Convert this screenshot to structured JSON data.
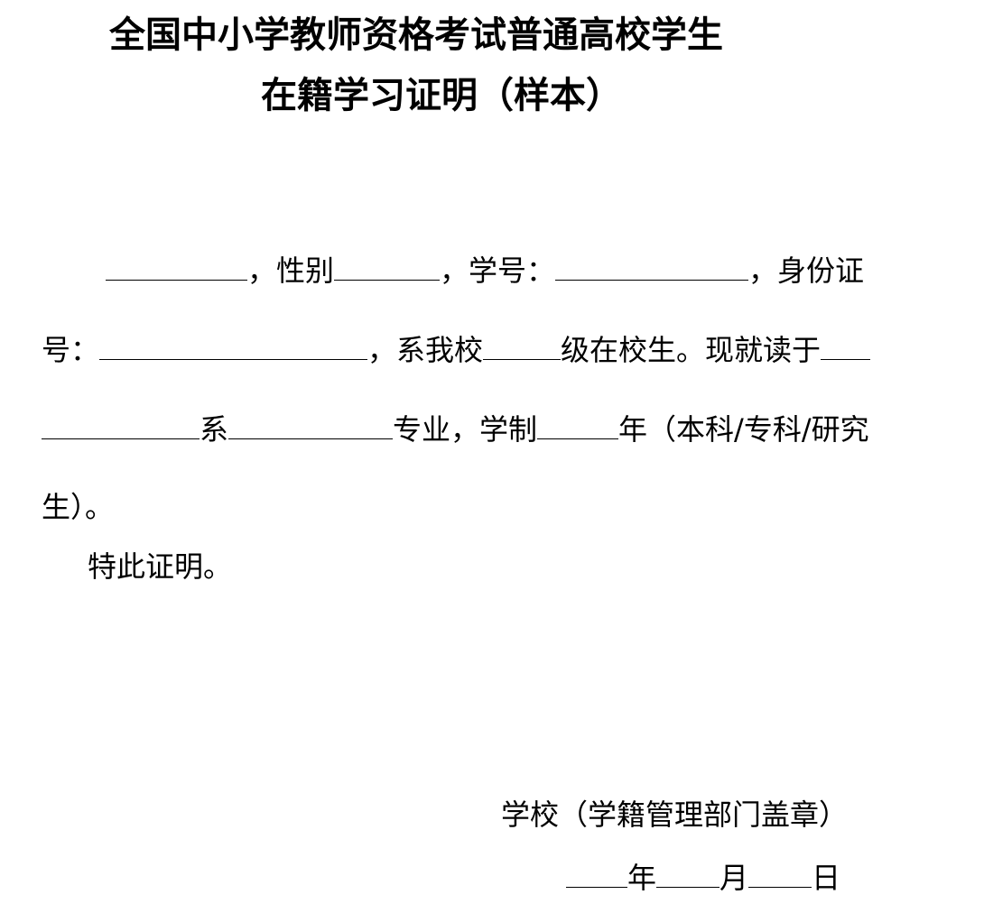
{
  "title": {
    "line1": "全国中小学教师资格考试普通高校学生",
    "line2": "在籍学习证明（样本）"
  },
  "body": {
    "l1_gender": "，性别",
    "l1_student_no": "，学号：",
    "l1_id": "，身份证",
    "l2_no": "号：",
    "l2_school": "，系我校",
    "l2_grade": "级在校生。现就读于",
    "l3_dept": "系",
    "l3_major": "专业，学制",
    "l3_years": "年（本科/专科/研究",
    "l4_end": "生）。",
    "l5_certify": "特此证明。"
  },
  "footer": {
    "stamp": "学校（学籍管理部门盖章）",
    "year": "年",
    "month": "月",
    "day": "日"
  }
}
